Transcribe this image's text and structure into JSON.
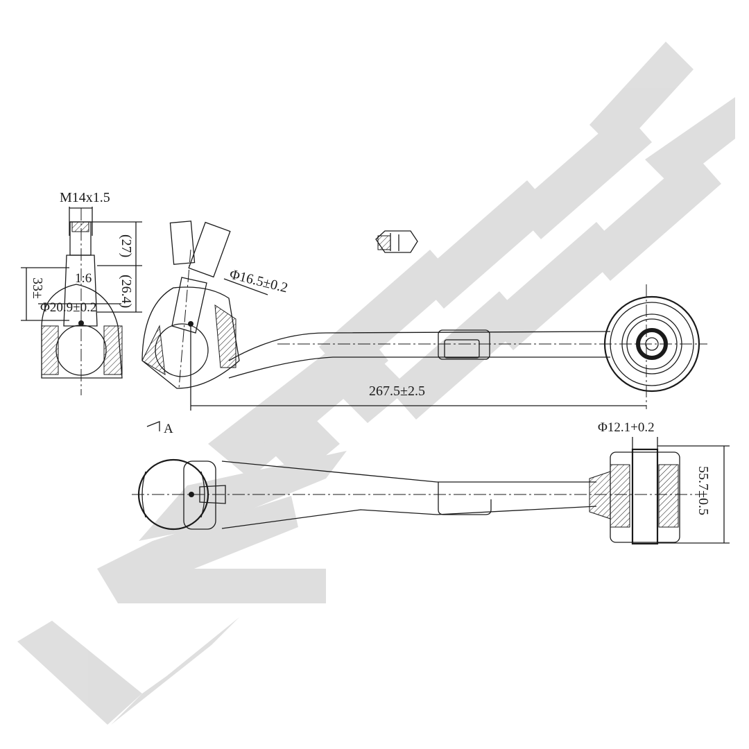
{
  "brand": {
    "watermark_text": "ZENNEK",
    "watermark_color": "#d9d9d9"
  },
  "dimensions": {
    "thread": "M14x1.5",
    "upper_length": "(27)",
    "lower_length": "(26.4)",
    "height": "33±",
    "taper": "1:6",
    "ball_diameter": "Φ20.9±0.2",
    "stud_diameter": "Φ16.5±0.2",
    "arm_length": "267.5±2.5",
    "bushing_bore": "Φ12.1+0.2",
    "bushing_width": "55.7±0.5",
    "view_label": "A"
  },
  "colors": {
    "line": "#1a1a1a",
    "background": "#ffffff"
  }
}
